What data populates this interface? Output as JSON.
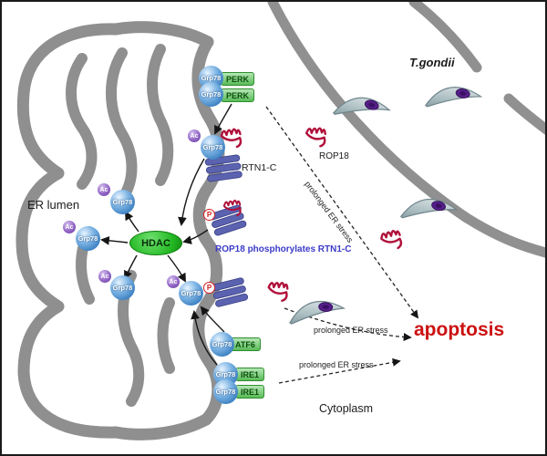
{
  "labels": {
    "er_lumen": "ER lumen",
    "cytoplasm": "Cytoplasm",
    "t_gondii": "T.gondii",
    "apoptosis": "apoptosis",
    "rop18": "ROP18",
    "rtn1_c": "RTN1-C",
    "rop18_phosphorylates_rtn1c": "ROP18 phosphorylates RTN1-C",
    "prolonged_er_stress": "prolonged ER stress"
  },
  "molecules": {
    "grp78": "Grp78",
    "ac": "Ac",
    "phospho_p": "P",
    "hdac": "HDAC",
    "perk": "PERK",
    "atf6": "ATF6",
    "ire1": "IRE1"
  },
  "colors": {
    "membrane_gray": "#8f8f8f",
    "grp78_blue": "#3a7fc1",
    "ac_purple": "#7a4fb5",
    "hdac_green": "#22b822",
    "sensor_green": "#58bb58",
    "rop18_red": "#b0103a",
    "rtn1c_blue": "#5b63b0",
    "apoptosis_red": "#cc1111",
    "phospho_red": "#d02020",
    "annotation_purple": "#3b3bc8",
    "parasite_body_teal": "#a9bcc0",
    "parasite_nucleus_purple": "#551f8a"
  }
}
